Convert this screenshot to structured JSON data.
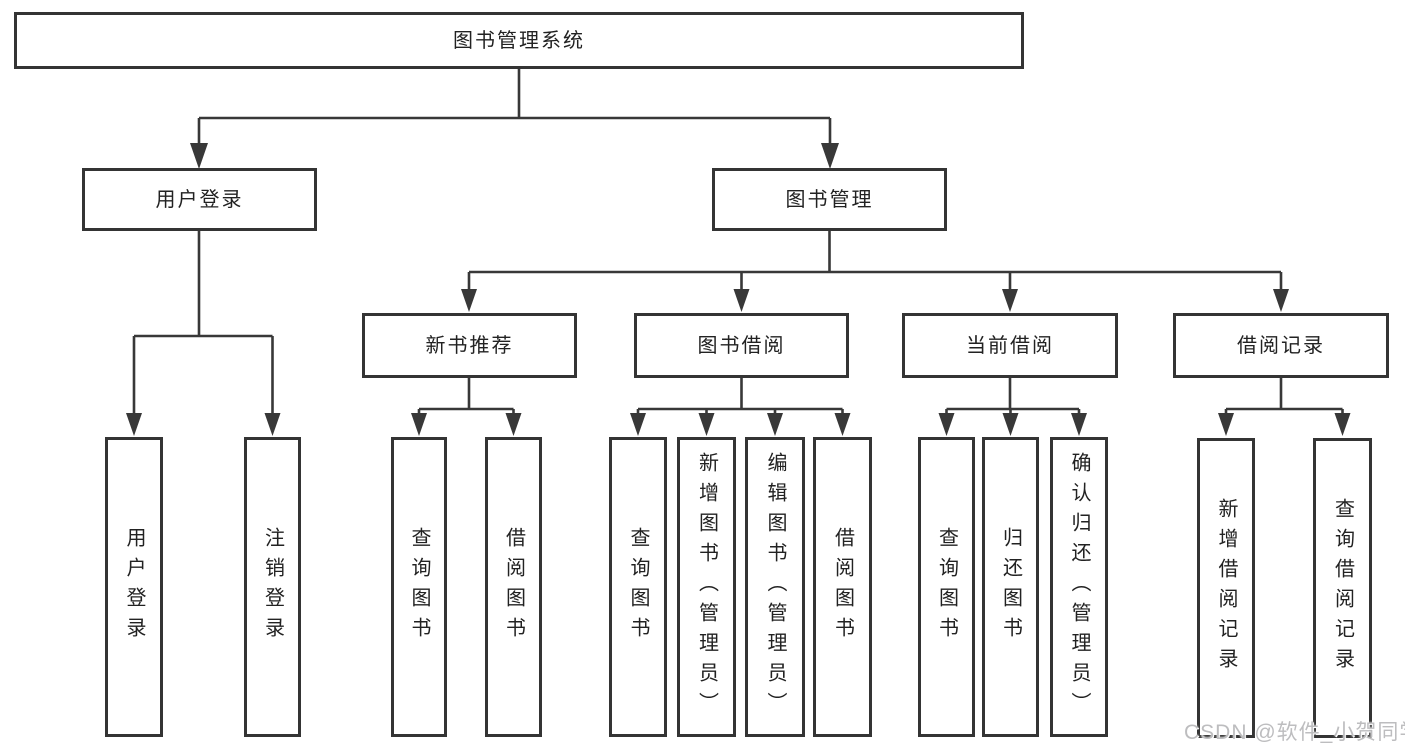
{
  "diagram": {
    "root": {
      "label": "图书管理系统",
      "children": [
        {
          "label": "用户登录",
          "children": [
            {
              "label": "用户登录"
            },
            {
              "label": "注销登录"
            }
          ]
        },
        {
          "label": "图书管理",
          "children": [
            {
              "label": "新书推荐",
              "children": [
                {
                  "label": "查询图书"
                },
                {
                  "label": "借阅图书"
                }
              ]
            },
            {
              "label": "图书借阅",
              "children": [
                {
                  "label": "查询图书"
                },
                {
                  "label": "新增图书（管理员）"
                },
                {
                  "label": "编辑图书（管理员）"
                },
                {
                  "label": "借阅图书"
                }
              ]
            },
            {
              "label": "当前借阅",
              "children": [
                {
                  "label": "查询图书"
                },
                {
                  "label": "归还图书"
                },
                {
                  "label": "确认归还（管理员）"
                }
              ]
            },
            {
              "label": "借阅记录",
              "children": [
                {
                  "label": "新增借阅记录"
                },
                {
                  "label": "查询借阅记录"
                }
              ]
            }
          ]
        }
      ]
    },
    "colors": {
      "line": "#383838",
      "box_border": "#343434",
      "box_fill": "#ffffff",
      "text": "#222222"
    }
  },
  "watermark": {
    "text": "CSDN @软件_小贺同学",
    "color": "#bdbdbf"
  }
}
